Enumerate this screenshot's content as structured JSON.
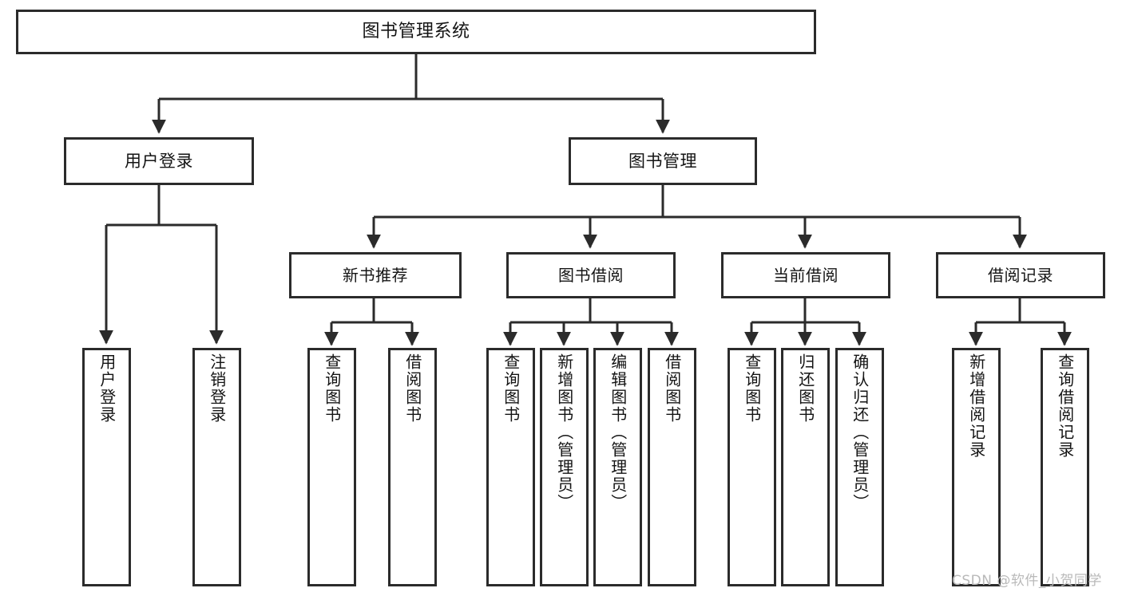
{
  "title": "图书管理系统",
  "watermark": "CSDN @软件_小贺同学",
  "colors": {
    "box_border": "#2b2b2b",
    "box_fill": "#ffffff",
    "connector": "#2b2b2b",
    "text": "#141414",
    "watermark": "#b9b9b9",
    "background": "#ffffff"
  },
  "chart_data": {
    "type": "diagram",
    "diagram_kind": "tree-hierarchy",
    "title": "图书管理系统",
    "orientation": "top-down",
    "edge_style": "orthogonal-with-arrowheads",
    "levels": 4,
    "node_count": 20,
    "nodes": [
      {
        "id": "root",
        "label": "图书管理系统",
        "level": 0,
        "parent": null
      },
      {
        "id": "login",
        "label": "用户登录",
        "level": 1,
        "parent": "root"
      },
      {
        "id": "bookmgmt",
        "label": "图书管理",
        "level": 1,
        "parent": "root"
      },
      {
        "id": "login-user",
        "label": "用户登录",
        "level": 2,
        "parent": "login"
      },
      {
        "id": "login-logout",
        "label": "注销登录",
        "level": 2,
        "parent": "login"
      },
      {
        "id": "newbook",
        "label": "新书推荐",
        "level": 2,
        "parent": "bookmgmt"
      },
      {
        "id": "borrow",
        "label": "图书借阅",
        "level": 2,
        "parent": "bookmgmt"
      },
      {
        "id": "current",
        "label": "当前借阅",
        "level": 2,
        "parent": "bookmgmt"
      },
      {
        "id": "records",
        "label": "借阅记录",
        "level": 2,
        "parent": "bookmgmt"
      },
      {
        "id": "newbook-query",
        "label": "查询图书",
        "level": 3,
        "parent": "newbook"
      },
      {
        "id": "newbook-borrow",
        "label": "借阅图书",
        "level": 3,
        "parent": "newbook"
      },
      {
        "id": "borrow-query",
        "label": "查询图书",
        "level": 3,
        "parent": "borrow"
      },
      {
        "id": "borrow-add",
        "label": "新增图书（管理员）",
        "level": 3,
        "parent": "borrow"
      },
      {
        "id": "borrow-edit",
        "label": "编辑图书（管理员）",
        "level": 3,
        "parent": "borrow"
      },
      {
        "id": "borrow-lend",
        "label": "借阅图书",
        "level": 3,
        "parent": "borrow"
      },
      {
        "id": "current-query",
        "label": "查询图书",
        "level": 3,
        "parent": "current"
      },
      {
        "id": "current-return",
        "label": "归还图书",
        "level": 3,
        "parent": "current"
      },
      {
        "id": "current-confirm",
        "label": "确认归还（管理员）",
        "level": 3,
        "parent": "current"
      },
      {
        "id": "records-add",
        "label": "新增借阅记录",
        "level": 3,
        "parent": "records"
      },
      {
        "id": "records-query",
        "label": "查询借阅记录",
        "level": 3,
        "parent": "records"
      }
    ]
  },
  "tree": {
    "root": {
      "label": "图书管理系统"
    },
    "level1": [
      {
        "label": "用户登录"
      },
      {
        "label": "图书管理"
      }
    ],
    "level2": [
      {
        "label": "新书推荐"
      },
      {
        "label": "图书借阅"
      },
      {
        "label": "当前借阅"
      },
      {
        "label": "借阅记录"
      }
    ],
    "leaves": {
      "login": [
        {
          "label": "用户登录"
        },
        {
          "label": "注销登录"
        }
      ],
      "newbook": [
        {
          "label": "查询图书"
        },
        {
          "label": "借阅图书"
        }
      ],
      "borrow": [
        {
          "label": "查询图书"
        },
        {
          "label": "新增图书（管理员）"
        },
        {
          "label": "编辑图书（管理员）"
        },
        {
          "label": "借阅图书"
        }
      ],
      "current": [
        {
          "label": "查询图书"
        },
        {
          "label": "归还图书"
        },
        {
          "label": "确认归还（管理员）"
        }
      ],
      "records": [
        {
          "label": "新增借阅记录"
        },
        {
          "label": "查询借阅记录"
        }
      ]
    }
  }
}
